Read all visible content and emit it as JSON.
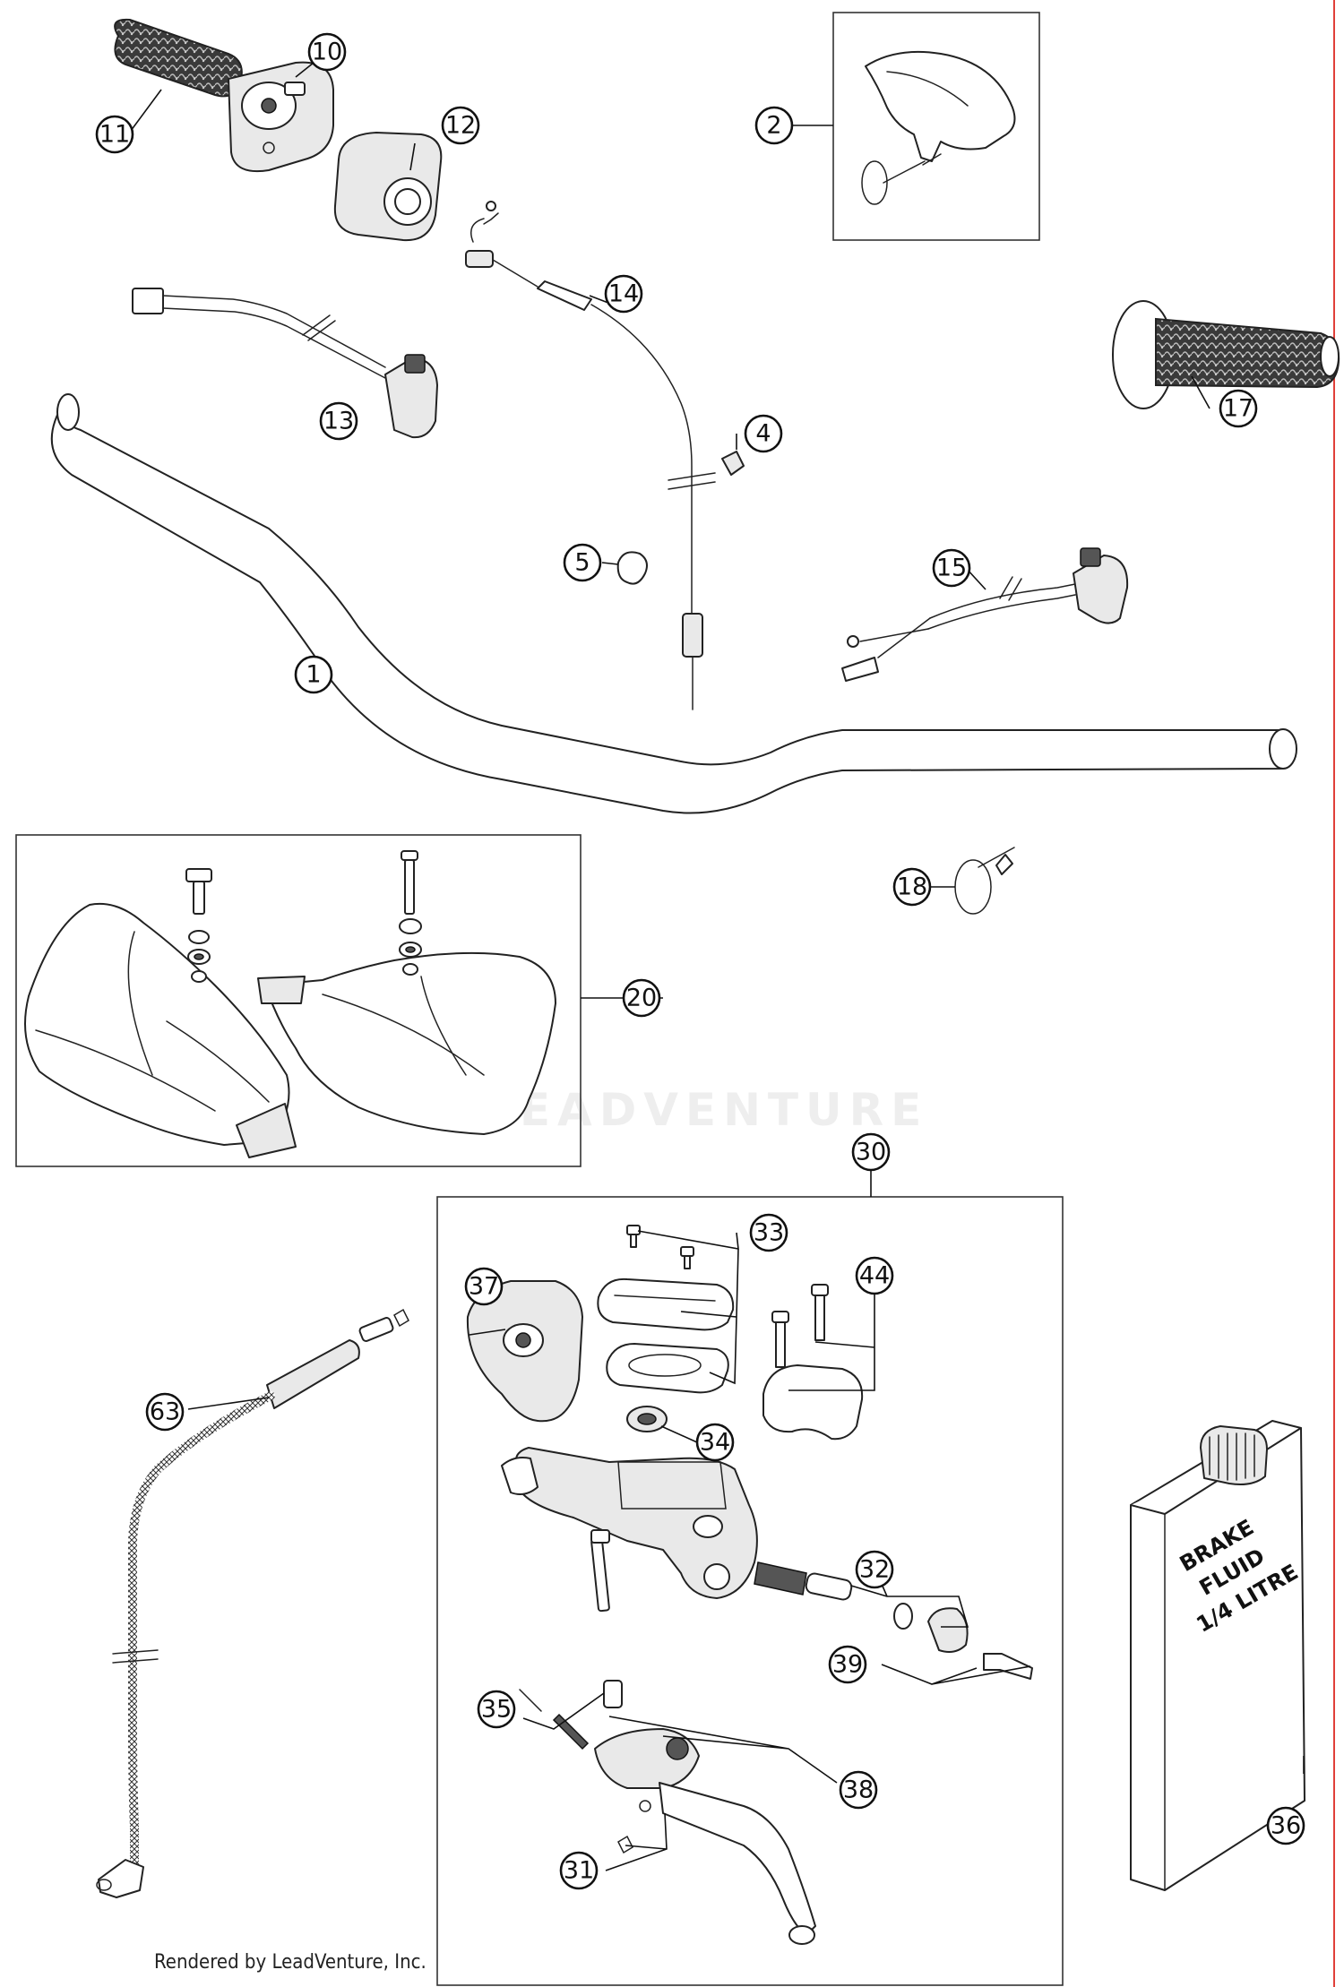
{
  "diagram": {
    "callouts": [
      {
        "label": "1"
      },
      {
        "label": "2"
      },
      {
        "label": "4"
      },
      {
        "label": "5"
      },
      {
        "label": "10"
      },
      {
        "label": "11"
      },
      {
        "label": "12"
      },
      {
        "label": "13"
      },
      {
        "label": "14"
      },
      {
        "label": "15"
      },
      {
        "label": "17"
      },
      {
        "label": "18"
      },
      {
        "label": "20"
      },
      {
        "label": "30"
      },
      {
        "label": "31"
      },
      {
        "label": "32"
      },
      {
        "label": "33"
      },
      {
        "label": "34"
      },
      {
        "label": "35"
      },
      {
        "label": "36"
      },
      {
        "label": "37"
      },
      {
        "label": "38"
      },
      {
        "label": "39"
      },
      {
        "label": "44"
      },
      {
        "label": "63"
      }
    ],
    "brake_fluid_label": [
      "BRAKE",
      "FLUID",
      "1/4 LITRE"
    ]
  },
  "watermark": "LEADVENTURE",
  "footer": {
    "rendered_by": "Rendered by LeadVenture, Inc."
  },
  "colors": {
    "line": "#222222",
    "edge_accent": "#e0403a"
  }
}
